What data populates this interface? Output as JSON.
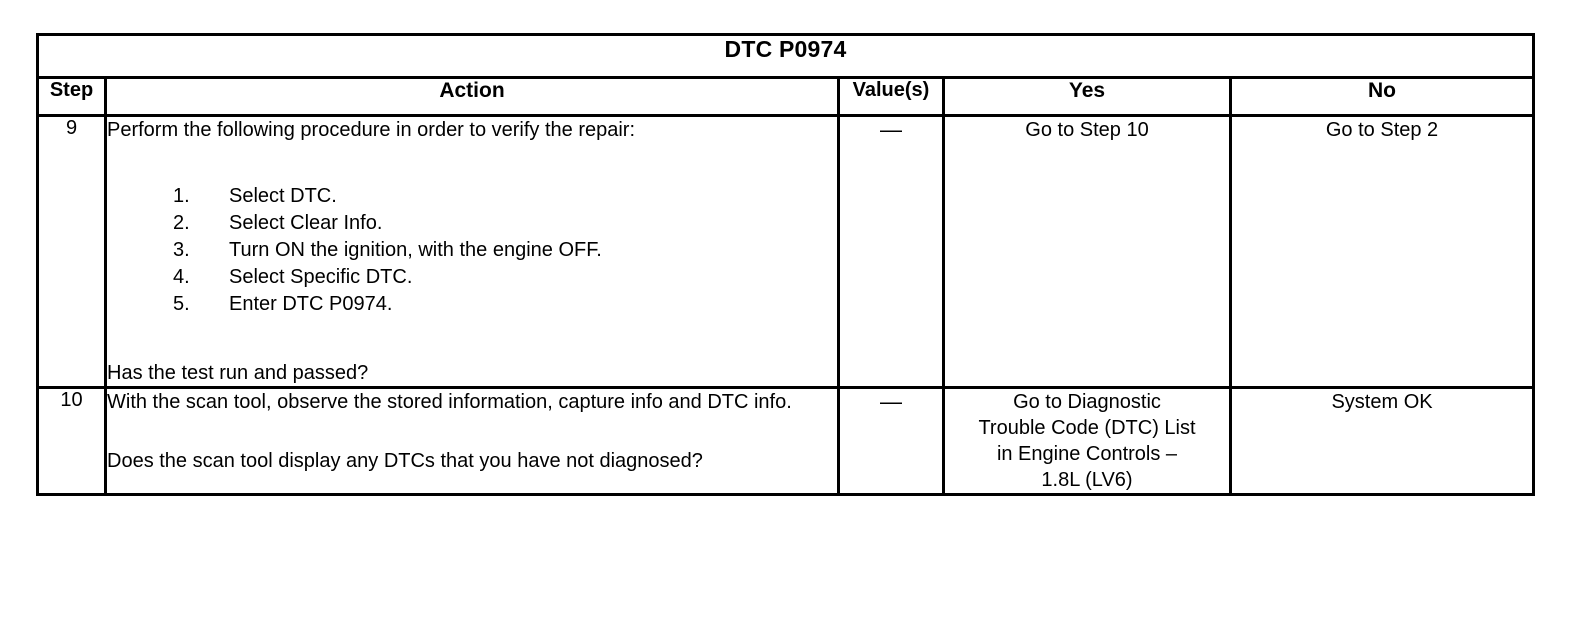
{
  "table": {
    "title": "DTC P0974",
    "columns": {
      "step": "Step",
      "action": "Action",
      "values": "Value(s)",
      "yes": "Yes",
      "no": "No"
    },
    "rows": [
      {
        "step": "9",
        "action": {
          "lead": "Perform the following procedure in order to verify the repair:",
          "procedure": [
            {
              "num": "1.",
              "text": "Select DTC."
            },
            {
              "num": "2.",
              "text": "Select Clear Info."
            },
            {
              "num": "3.",
              "text": "Turn ON the ignition, with the engine OFF."
            },
            {
              "num": "4.",
              "text": "Select Specific DTC."
            },
            {
              "num": "5.",
              "text": "Enter DTC P0974."
            }
          ],
          "question": "Has the test run and passed?"
        },
        "value": "—",
        "yes": "Go to Step 10",
        "no": "Go to Step 2"
      },
      {
        "step": "10",
        "action": {
          "lead": "With the scan tool, observe the stored information, capture info and DTC info.",
          "question": "Does the scan tool display any DTCs that you have not diagnosed?"
        },
        "value": "—",
        "yes_lines": [
          "Go to Diagnostic",
          "Trouble Code (DTC) List",
          "in Engine Controls –",
          "1.8L (LV6)"
        ],
        "no": "System OK"
      }
    ]
  }
}
